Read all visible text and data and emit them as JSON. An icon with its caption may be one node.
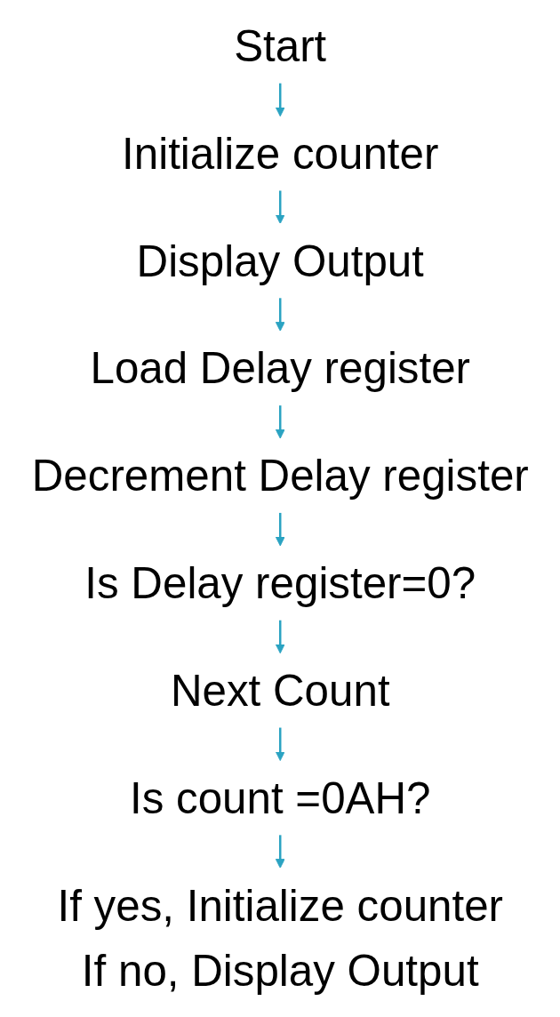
{
  "diagram": {
    "nodes": [
      {
        "text": [
          "Start"
        ]
      },
      {
        "text": [
          "Initialize counter"
        ]
      },
      {
        "text": [
          "Display Output"
        ]
      },
      {
        "text": [
          "Load Delay register"
        ]
      },
      {
        "text": [
          "Decrement Delay register"
        ]
      },
      {
        "text": [
          "Is Delay register=0?"
        ]
      },
      {
        "text": [
          "Next Count"
        ]
      },
      {
        "text": [
          "Is count =0AH?"
        ]
      },
      {
        "text": [
          "If yes, Initialize counter",
          "If no, Display Output"
        ]
      }
    ],
    "edges": [
      {
        "from": 0,
        "to": 1,
        "arrow": "to"
      },
      {
        "from": 1,
        "to": 2,
        "arrow": "to"
      },
      {
        "from": 2,
        "to": 3,
        "arrow": "to"
      },
      {
        "from": 3,
        "to": 4,
        "arrow": "to"
      },
      {
        "from": 4,
        "to": 5,
        "arrow": "to"
      },
      {
        "from": 5,
        "to": 6,
        "arrow": "to"
      },
      {
        "from": 6,
        "to": 7,
        "arrow": "to"
      },
      {
        "from": 7,
        "to": 8,
        "arrow": "to"
      }
    ]
  }
}
